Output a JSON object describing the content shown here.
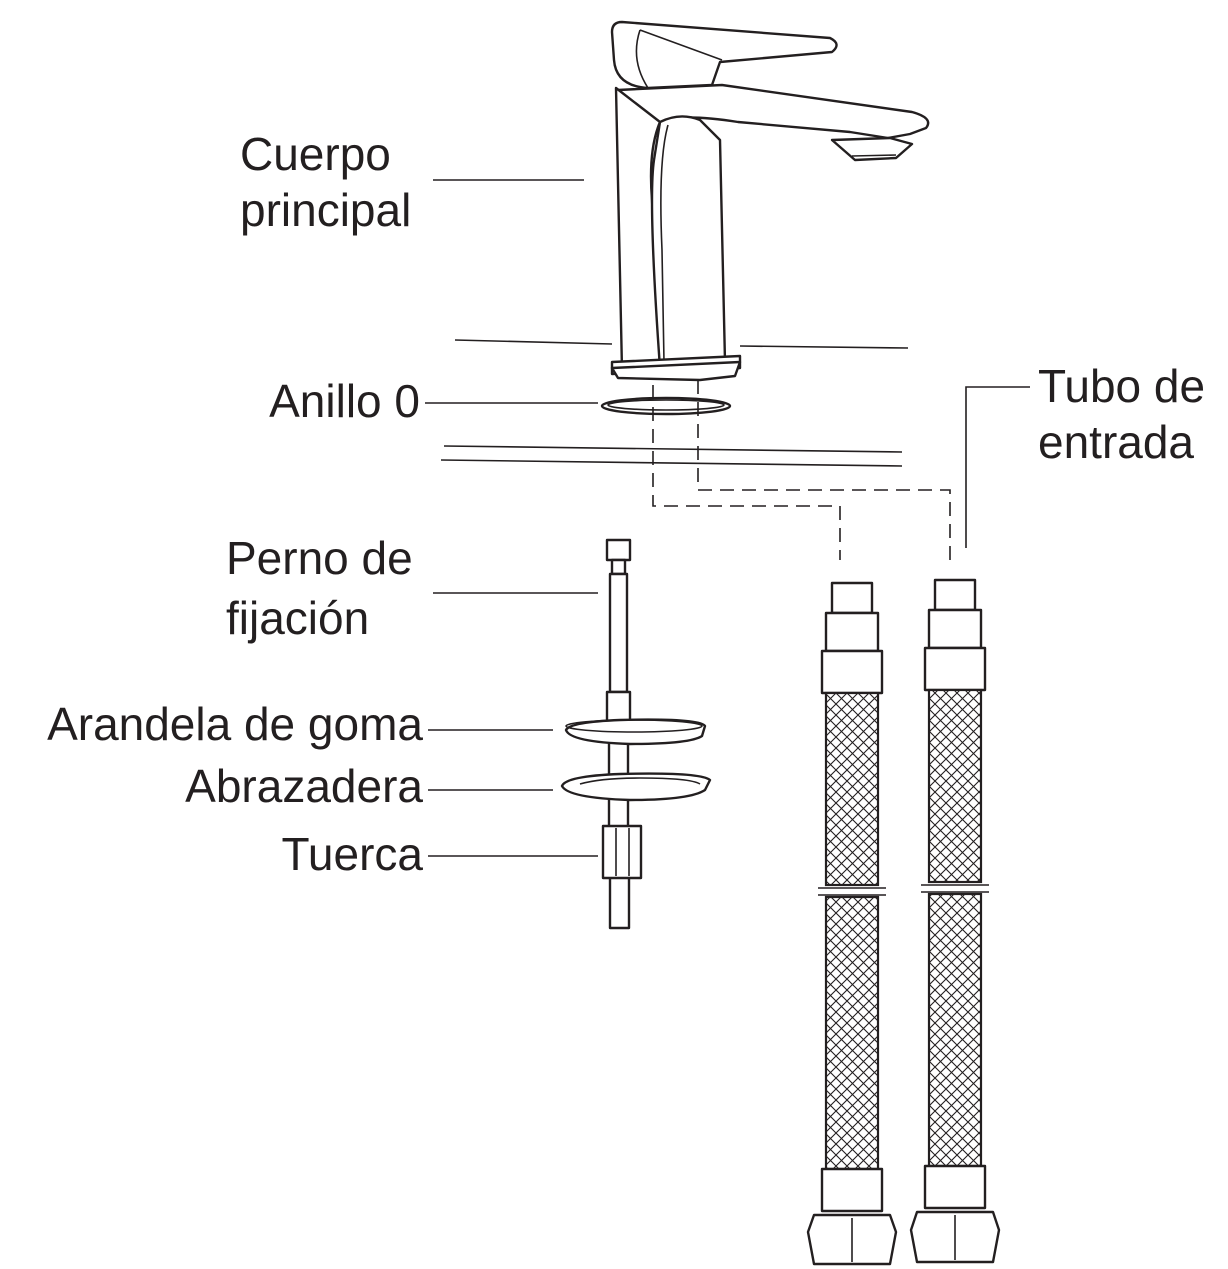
{
  "labels": {
    "body": [
      "Cuerpo",
      "principal"
    ],
    "o_ring": "Anillo 0",
    "inlet_hose": [
      "Tubo de",
      "entrada"
    ],
    "bolt": [
      "Perno de",
      "fijación"
    ],
    "rubber_washer": "Arandela de goma",
    "clamp": "Abrazadera",
    "nut": "Tuerca"
  },
  "colors": {
    "ink": "#231f20",
    "background": "#ffffff"
  }
}
